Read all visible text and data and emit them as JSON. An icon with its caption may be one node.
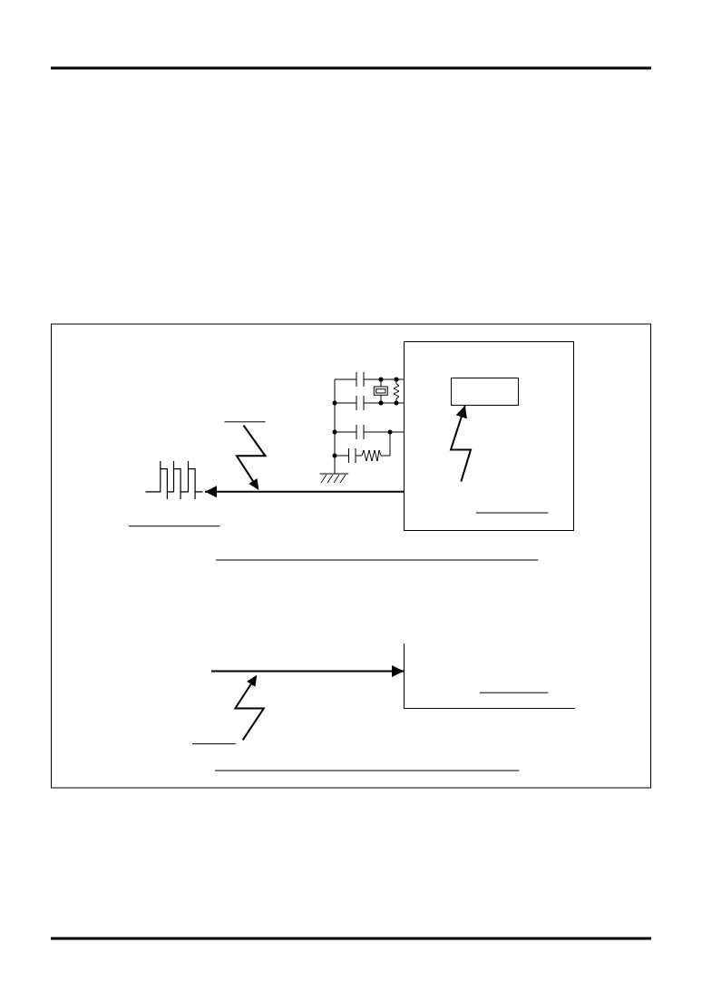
{
  "diagram": {
    "nodes": [
      {
        "text": [],
        "shape": "box"
      },
      {
        "text": [],
        "shape": "box",
        "in": 0
      },
      {
        "text": [],
        "shape": "picture"
      },
      {
        "text": [],
        "shape": "box"
      }
    ],
    "edges": [
      {
        "from": 0,
        "to": 2,
        "arrow": "to"
      },
      {
        "from": null,
        "to": 1,
        "arrow": "to"
      },
      {
        "from": null,
        "to": 3,
        "arrow": "to"
      }
    ]
  }
}
